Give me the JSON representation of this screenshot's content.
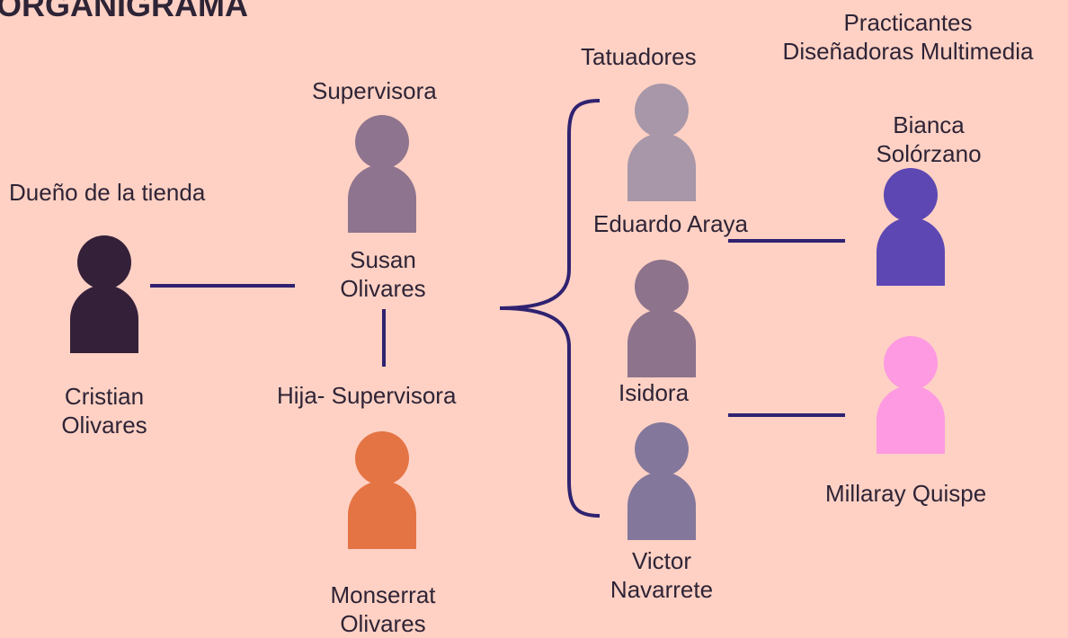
{
  "title": "ORGANIGRAMA",
  "labels": {
    "dueno_role": "Dueño de la tienda",
    "cristian_name": "Cristian\nOlivares",
    "supervisora_role": "Supervisora",
    "susan_name": "Susan\nOlivares",
    "hija_role": "Hija- Supervisora",
    "monserrat_name": "Monserrat\nOlivares",
    "tatuadores_role": "Tatuadores",
    "eduardo_name": "Eduardo Araya",
    "isidora_name": "Isidora",
    "victor_name": "Victor\nNavarrete",
    "practicantes_role": "Practicantes\nDiseñadoras Multimedia",
    "bianca_name": "Bianca\nSolórzano",
    "millaray_name": "Millaray Quispe"
  },
  "colors": {
    "background": "#FFD1C4",
    "connector": "#2f2270",
    "cristian": "#35203a",
    "susan": "#8e748e",
    "monserrat": "#e57444",
    "eduardo": "#a797a8",
    "isidora": "#8d738c",
    "victor": "#83779b",
    "bianca": "#5c47b3",
    "millaray": "#fd9ae1"
  },
  "icons": [
    "person-icon"
  ]
}
